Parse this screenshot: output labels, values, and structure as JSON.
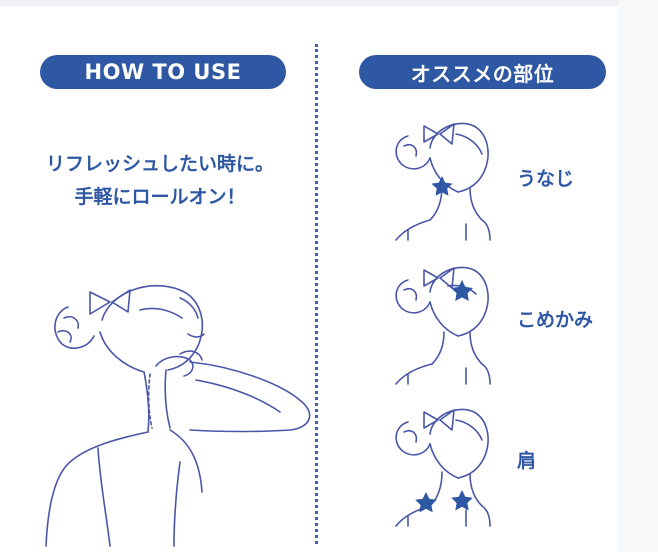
{
  "left_section": {
    "header": "HOW TO USE",
    "lines": [
      "リフレッシュしたい時に。",
      "手軽にロールオン！"
    ]
  },
  "right_section": {
    "header": "オススメの部位",
    "areas": [
      {
        "label": "うなじ"
      },
      {
        "label": "こめかみ"
      },
      {
        "label": "肩"
      }
    ]
  },
  "colors": {
    "accent": "#2e58a3",
    "line_art": "#4a57a8"
  },
  "icons": [
    "star-icon"
  ]
}
